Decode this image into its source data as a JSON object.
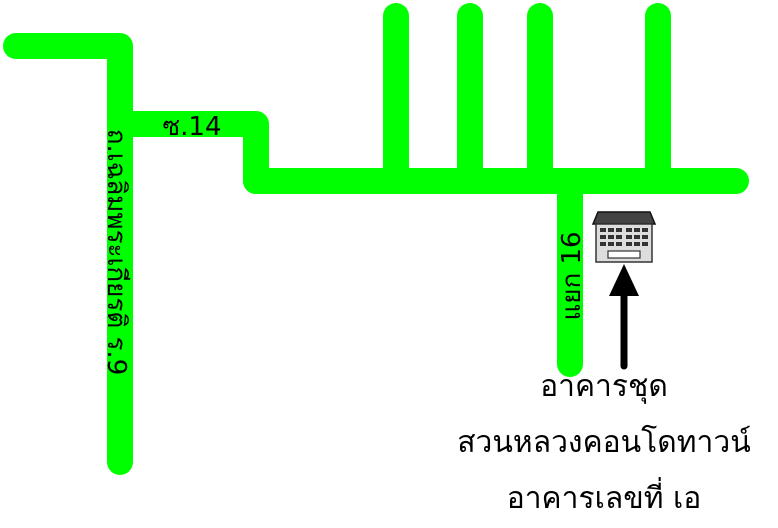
{
  "map": {
    "road_color": "#00ff00",
    "labels": {
      "main_road": "ถ.เฉลิมพระเกียรติ ร.9",
      "soi": "ซ.14",
      "junction": "แยก 16"
    },
    "building_icon": "condominium-building-icon",
    "arrow_icon": "up-arrow-icon",
    "destination": {
      "line1": "อาคารชุด",
      "line2": "สวนหลวงคอนโดทาวน์",
      "line3": "อาคารเลขที่ เอ"
    }
  }
}
